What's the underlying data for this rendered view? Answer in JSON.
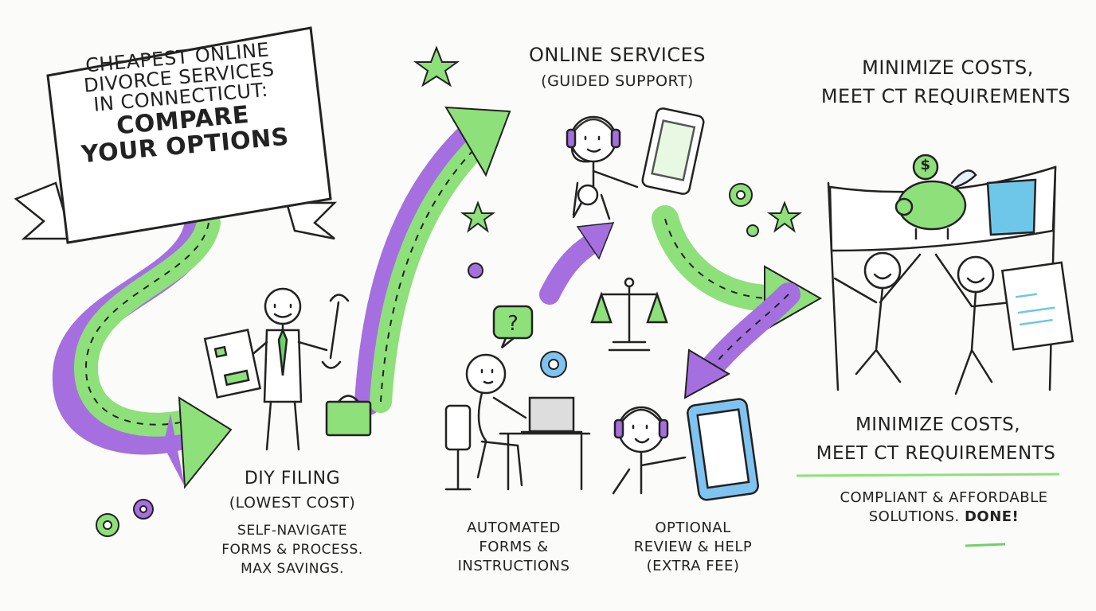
{
  "title": {
    "line1": "Cheapest Online",
    "line2": "Divorce Services",
    "line3": "in Connecticut:",
    "line4": "Compare",
    "line5": "Your Options"
  },
  "diy": {
    "heading": "DIY Filing",
    "subheading": "(Lowest Cost)",
    "desc_line1": "Self-Navigate",
    "desc_line2": "Forms & Process.",
    "desc_line3": "Max Savings."
  },
  "online": {
    "heading": "Online Services",
    "subheading": "(Guided Support)"
  },
  "automated": {
    "line1": "Automated",
    "line2": "Forms &",
    "line3": "Instructions"
  },
  "optional": {
    "line1": "Optional",
    "line2": "Review & Help",
    "line3": "(Extra Fee)"
  },
  "goal_top": {
    "line1": "Minimize Costs,",
    "line2": "Meet CT Requirements"
  },
  "goal_bottom": {
    "line1": "Minimize Costs,",
    "line2": "Meet CT Requirements",
    "summary_line1": "Compliant & Affordable",
    "summary_line2_a": "Solutions.",
    "summary_line2_b": "Done!"
  },
  "icons": {
    "piggy_bank_label": "$"
  },
  "colors": {
    "green": "#8ee07a",
    "purple": "#a56fe0",
    "ink": "#222222",
    "accent_green": "#6fd16a"
  }
}
